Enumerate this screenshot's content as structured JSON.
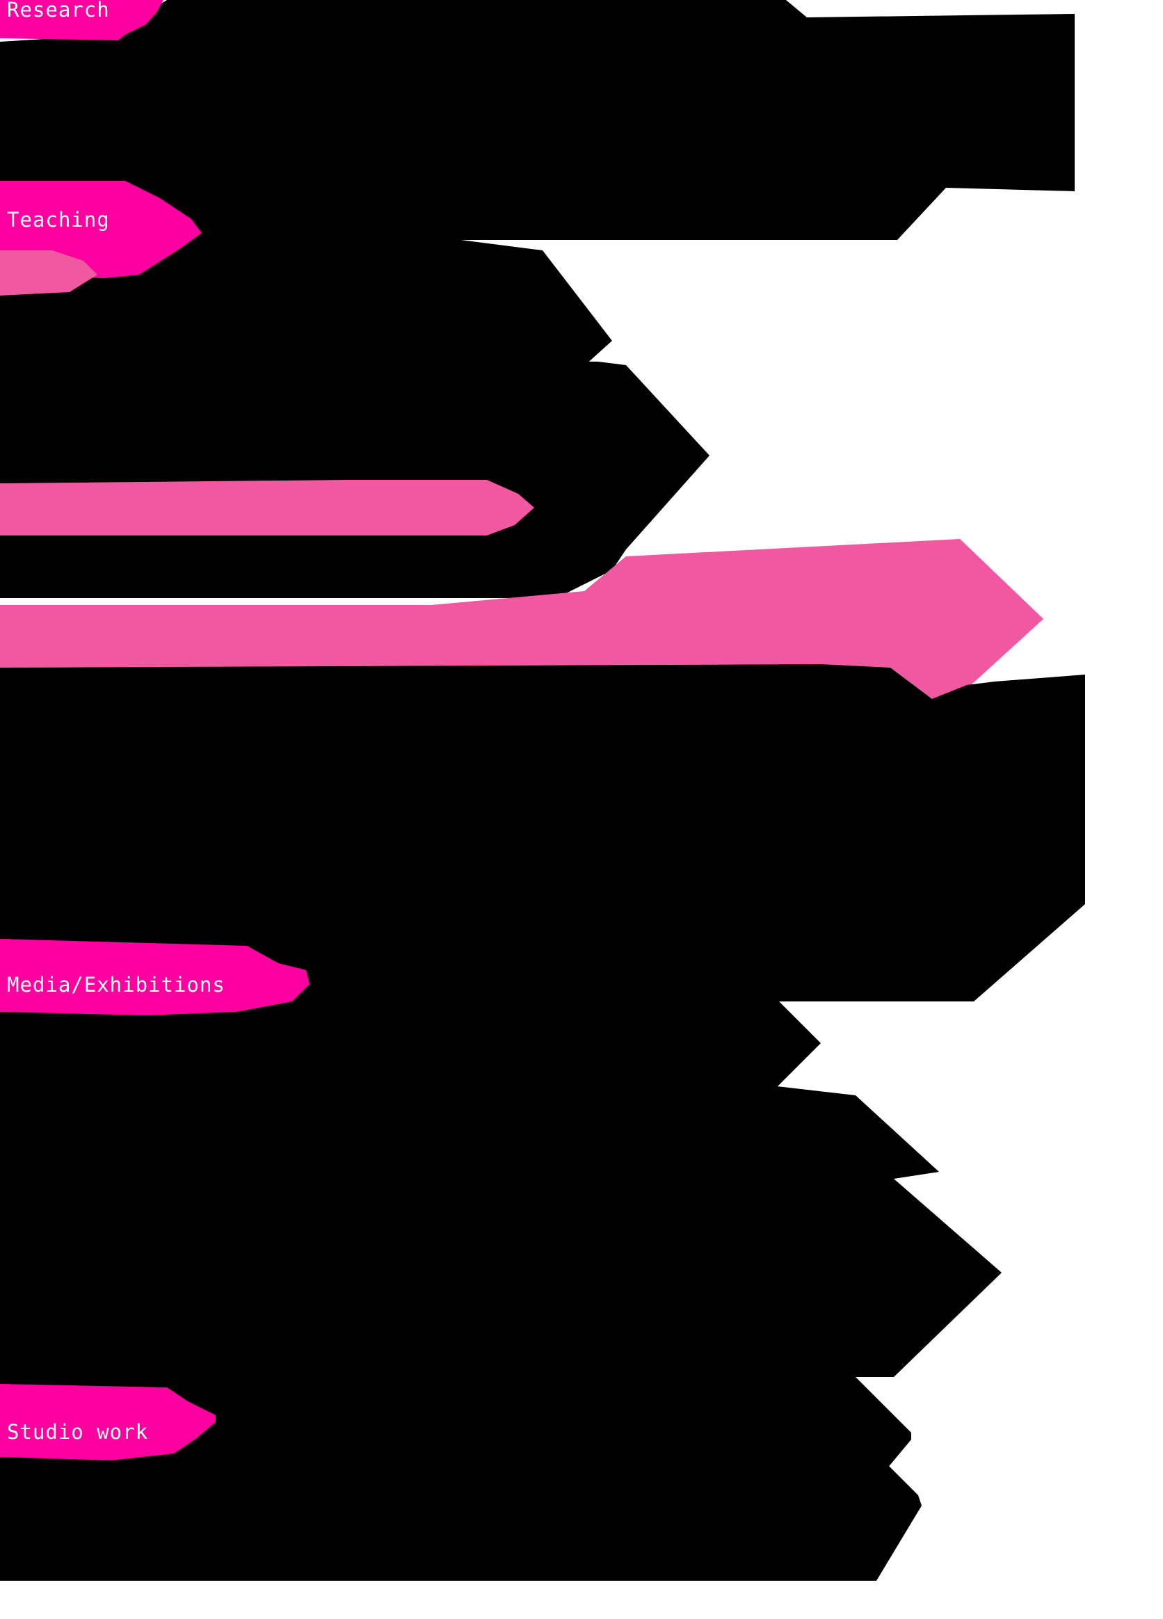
{
  "colors": {
    "background": "#ffffff",
    "blob": "#000000",
    "tag": "#ff00a0",
    "highlight": "#f058a0",
    "tag_text": "#ffffff"
  },
  "sections": [
    {
      "label": "Research"
    },
    {
      "label": "Teaching"
    },
    {
      "label": "Media/Exhibitions"
    },
    {
      "label": "Studio work"
    }
  ]
}
